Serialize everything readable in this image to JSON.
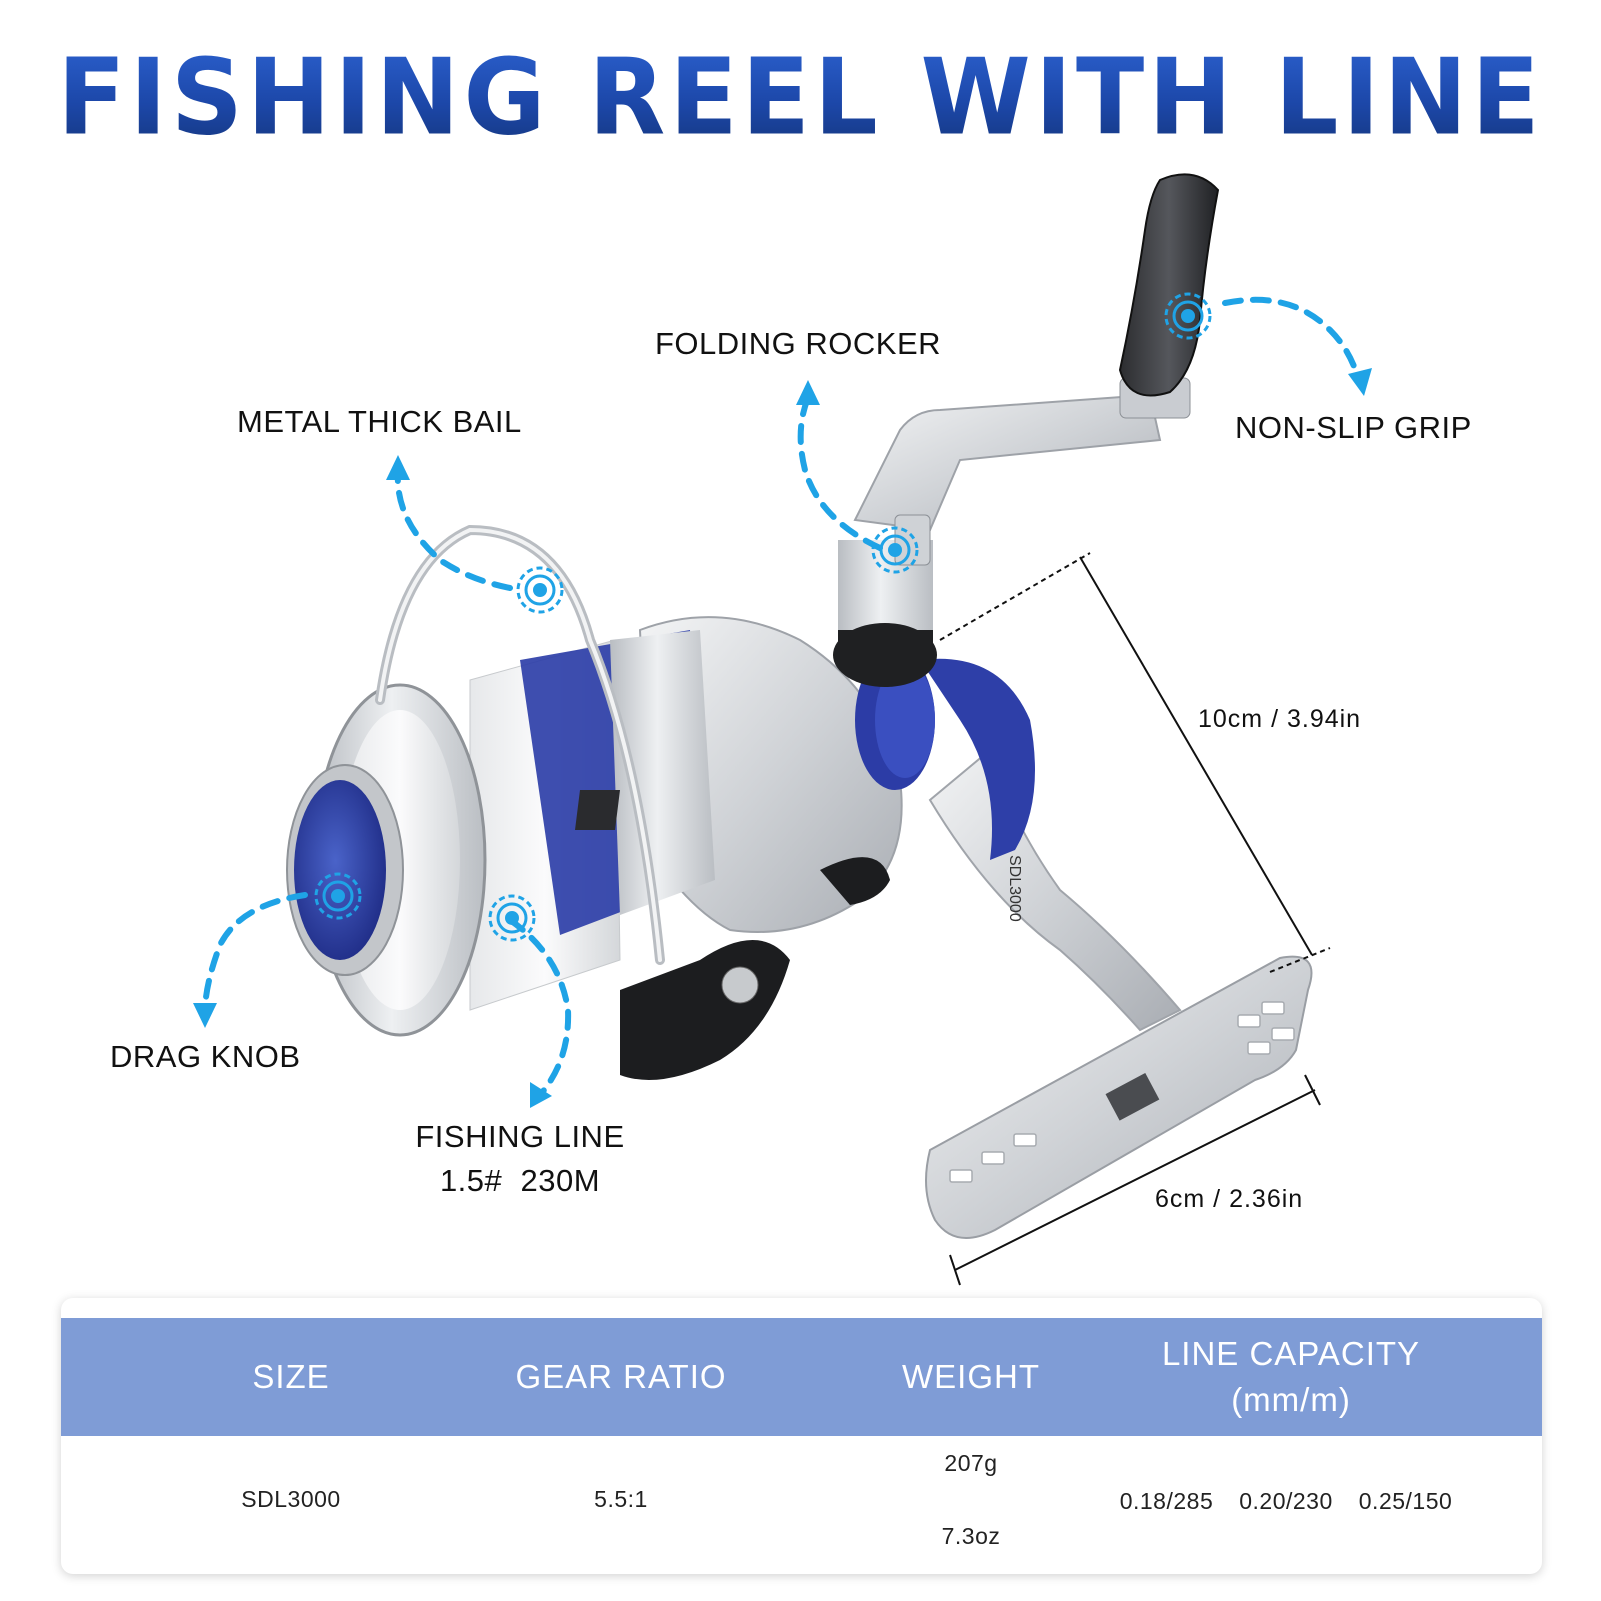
{
  "title": "FISHING REEL WITH LINE",
  "callouts": {
    "folding_rocker": "FOLDING ROCKER",
    "non_slip_grip": "NON-SLIP GRIP",
    "metal_thick_bail": "METAL THICK BAIL",
    "drag_knob": "DRAG KNOB",
    "fishing_line": "FISHING LINE",
    "fishing_line_spec": "1.5#  230M"
  },
  "dimensions": {
    "height": "10cm / 3.94in",
    "foot_length": "6cm / 2.36in"
  },
  "reel_marking": "SDL3000",
  "spec_table": {
    "headers": {
      "size": "SIZE",
      "gear_ratio": "GEAR RATIO",
      "weight": "WEIGHT",
      "line_capacity": "LINE CAPACITY",
      "line_capacity_unit": "(mm/m)"
    },
    "row": {
      "size": "SDL3000",
      "gear_ratio": "5.5:1",
      "weight_g": "207g",
      "weight_oz": "7.3oz",
      "capacity_1": "0.18/285",
      "capacity_2": "0.20/230",
      "capacity_3": "0.25/150"
    }
  },
  "colors": {
    "title_blue": "#1e4db0",
    "callout_blue": "#1fa3e6",
    "table_header": "#7f9cd6",
    "reel_silver": "#d7d9dc",
    "reel_blue": "#2e3fa8"
  }
}
